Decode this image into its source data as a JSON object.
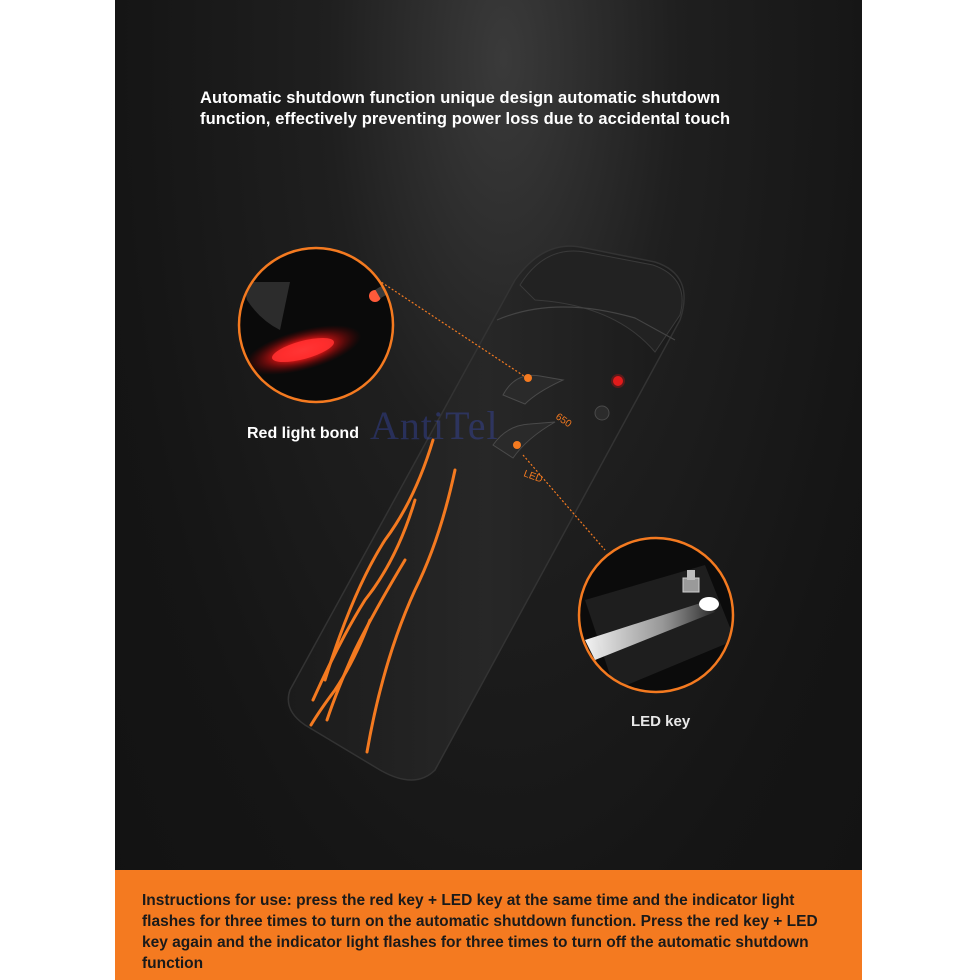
{
  "headline": "Automatic shutdown function unique design automatic shutdown\nfunction, effectively preventing power loss due to accidental touch",
  "callouts": {
    "red_light": "Red light bond",
    "led_key": "LED key"
  },
  "device": {
    "label_650": "650",
    "label_led": "LED",
    "accent_color": "#f47a20",
    "indicator_color": "#e11b1b"
  },
  "watermark": "AntiTel",
  "banner": {
    "text": "Instructions for use: press the red key + LED key at the same time and the indicator light flashes for three times to turn on the automatic shutdown function. Press the red key + LED key again and the indicator light flashes for three times to turn off the automatic shutdown function",
    "background": "#f47a20"
  }
}
